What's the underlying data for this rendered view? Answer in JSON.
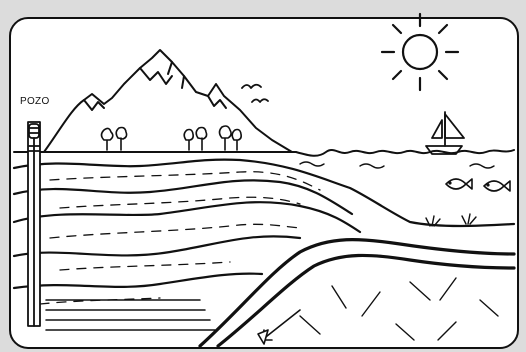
{
  "diagram": {
    "well_label": "POZO",
    "colors": {
      "outer_background": "#dcdcdc",
      "panel_background": "#ffffff",
      "stroke": "#111111"
    },
    "elements": [
      "mountains",
      "trees",
      "birds",
      "sun",
      "sailboat",
      "fish",
      "sea",
      "sediment-layers",
      "oceanic-plate",
      "subduction-arrow",
      "well"
    ]
  }
}
